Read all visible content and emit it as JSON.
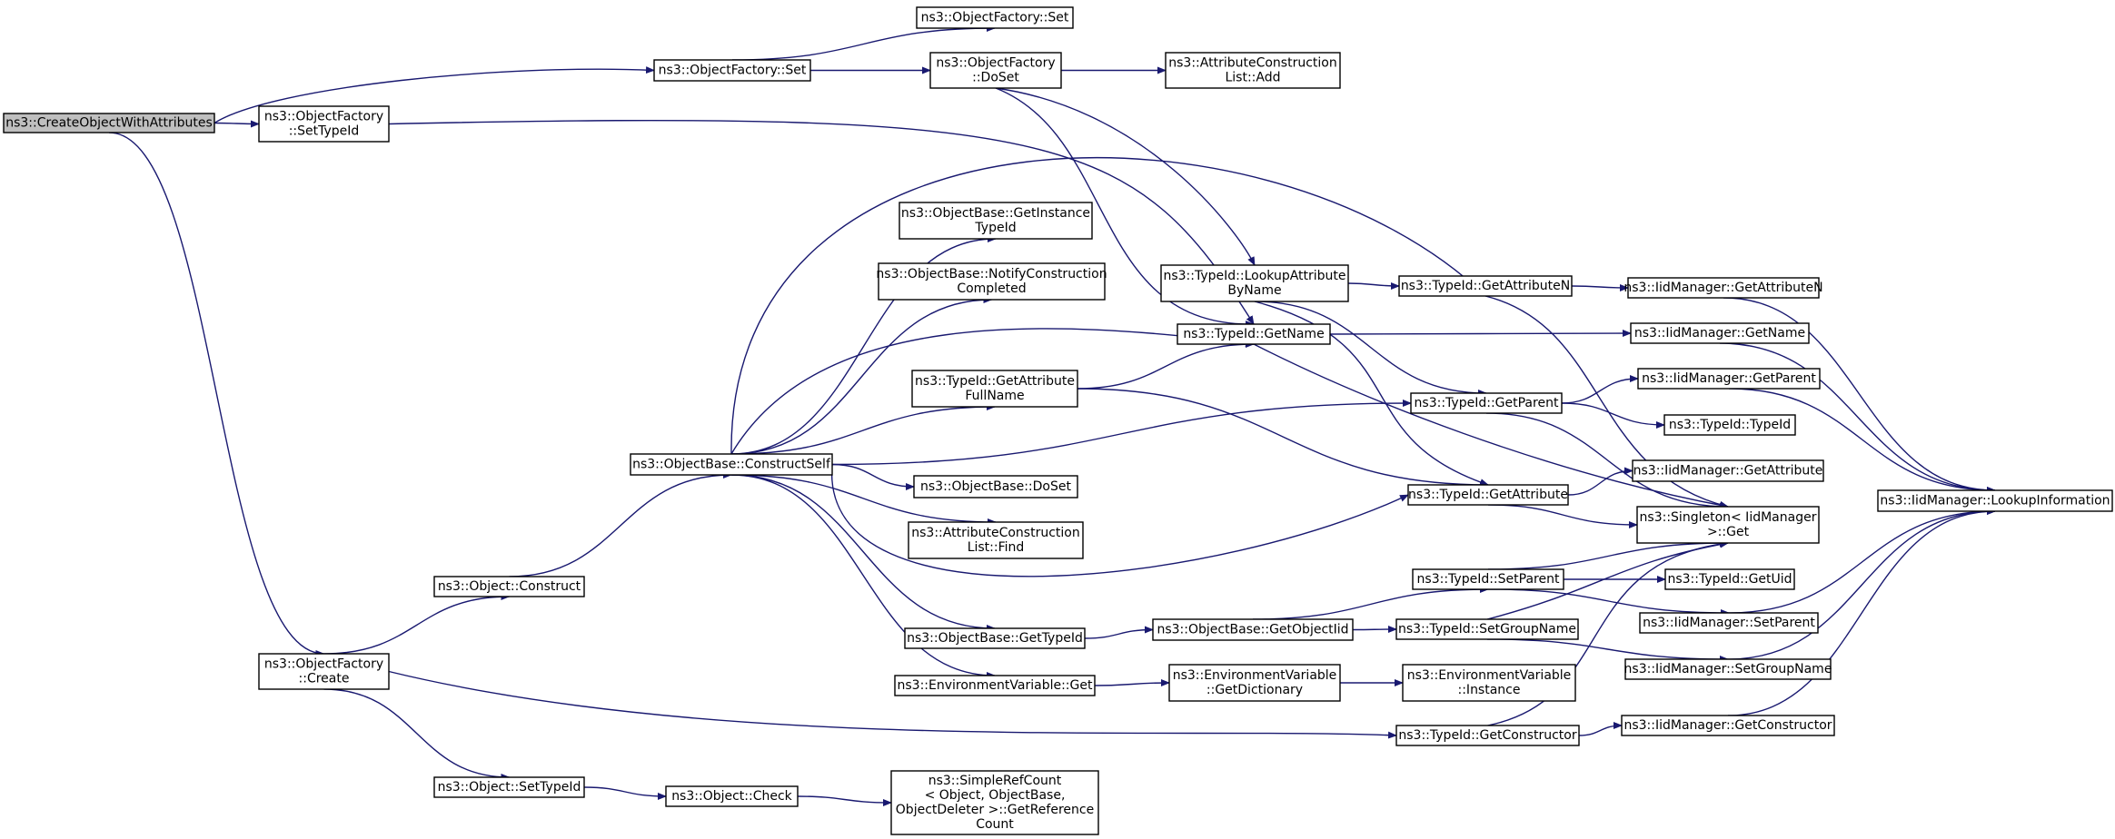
{
  "diagram": {
    "colors": {
      "edge": "#191970",
      "node_fill": "#ffffff",
      "root_fill": "#bfbfbf",
      "border": "#000000"
    },
    "nodes": [
      {
        "id": "createObj",
        "label": [
          "ns3::CreateObjectWithAttributes"
        ],
        "root": true
      },
      {
        "id": "ofSetTypeId",
        "label": [
          "ns3::ObjectFactory",
          "::SetTypeId"
        ]
      },
      {
        "id": "ofSetMid",
        "label": [
          "ns3::ObjectFactory::Set"
        ]
      },
      {
        "id": "ofSetTop",
        "label": [
          "ns3::ObjectFactory::Set"
        ]
      },
      {
        "id": "ofDoSet",
        "label": [
          "ns3::ObjectFactory",
          "::DoSet"
        ]
      },
      {
        "id": "aclAdd",
        "label": [
          "ns3::AttributeConstruction",
          "List::Add"
        ]
      },
      {
        "id": "ofCreate",
        "label": [
          "ns3::ObjectFactory",
          "::Create"
        ]
      },
      {
        "id": "objConstruct",
        "label": [
          "ns3::Object::Construct"
        ]
      },
      {
        "id": "objSetTypeId",
        "label": [
          "ns3::Object::SetTypeId"
        ]
      },
      {
        "id": "objCheck",
        "label": [
          "ns3::Object::Check"
        ]
      },
      {
        "id": "simpleRef",
        "label": [
          "ns3::SimpleRefCount",
          "< Object, ObjectBase,",
          "ObjectDeleter >::GetReference",
          "Count"
        ]
      },
      {
        "id": "obConstructSelf",
        "label": [
          "ns3::ObjectBase::ConstructSelf"
        ]
      },
      {
        "id": "obGetInstance",
        "label": [
          "ns3::ObjectBase::GetInstance",
          "TypeId"
        ]
      },
      {
        "id": "obNotify",
        "label": [
          "ns3::ObjectBase::NotifyConstruction",
          "Completed"
        ]
      },
      {
        "id": "tidGetAttrFull",
        "label": [
          "ns3::TypeId::GetAttribute",
          "FullName"
        ]
      },
      {
        "id": "obDoSet",
        "label": [
          "ns3::ObjectBase::DoSet"
        ]
      },
      {
        "id": "aclFind",
        "label": [
          "ns3::AttributeConstruction",
          "List::Find"
        ]
      },
      {
        "id": "obGetTypeId",
        "label": [
          "ns3::ObjectBase::GetTypeId"
        ]
      },
      {
        "id": "envGet",
        "label": [
          "ns3::EnvironmentVariable::Get"
        ]
      },
      {
        "id": "tidLookup",
        "label": [
          "ns3::TypeId::LookupAttribute",
          "ByName"
        ]
      },
      {
        "id": "tidGetName",
        "label": [
          "ns3::TypeId::GetName"
        ]
      },
      {
        "id": "obGetObjectIid",
        "label": [
          "ns3::ObjectBase::GetObjectIid"
        ]
      },
      {
        "id": "envGetDict",
        "label": [
          "ns3::EnvironmentVariable",
          "::GetDictionary"
        ]
      },
      {
        "id": "tidGetAttrN",
        "label": [
          "ns3::TypeId::GetAttributeN"
        ]
      },
      {
        "id": "tidGetParent",
        "label": [
          "ns3::TypeId::GetParent"
        ]
      },
      {
        "id": "tidGetAttr",
        "label": [
          "ns3::TypeId::GetAttribute"
        ]
      },
      {
        "id": "tidSetParent",
        "label": [
          "ns3::TypeId::SetParent"
        ]
      },
      {
        "id": "tidSetGroup",
        "label": [
          "ns3::TypeId::SetGroupName"
        ]
      },
      {
        "id": "envInstance",
        "label": [
          "ns3::EnvironmentVariable",
          "::Instance"
        ]
      },
      {
        "id": "tidGetCtor",
        "label": [
          "ns3::TypeId::GetConstructor"
        ]
      },
      {
        "id": "iidGetAttrN",
        "label": [
          "ns3::IidManager::GetAttributeN"
        ]
      },
      {
        "id": "iidGetName",
        "label": [
          "ns3::IidManager::GetName"
        ]
      },
      {
        "id": "iidGetParent",
        "label": [
          "ns3::IidManager::GetParent"
        ]
      },
      {
        "id": "tidTypeId",
        "label": [
          "ns3::TypeId::TypeId"
        ]
      },
      {
        "id": "iidGetAttr",
        "label": [
          "ns3::IidManager::GetAttribute"
        ]
      },
      {
        "id": "singletonGet",
        "label": [
          "ns3::Singleton< IidManager",
          ">::Get"
        ]
      },
      {
        "id": "tidGetUid",
        "label": [
          "ns3::TypeId::GetUid"
        ]
      },
      {
        "id": "iidSetParent",
        "label": [
          "ns3::IidManager::SetParent"
        ]
      },
      {
        "id": "iidSetGroup",
        "label": [
          "ns3::IidManager::SetGroupName"
        ]
      },
      {
        "id": "iidGetCtor",
        "label": [
          "ns3::IidManager::GetConstructor"
        ]
      },
      {
        "id": "iidLookup",
        "label": [
          "ns3::IidManager::LookupInformation"
        ]
      }
    ],
    "edges": [
      {
        "from": "createObj",
        "to": "ofSetMid"
      },
      {
        "from": "createObj",
        "to": "ofSetTypeId"
      },
      {
        "from": "createObj",
        "to": "ofCreate"
      },
      {
        "from": "ofSetMid",
        "to": "ofSetTop"
      },
      {
        "from": "ofSetMid",
        "to": "ofDoSet"
      },
      {
        "from": "ofDoSet",
        "to": "aclAdd"
      },
      {
        "from": "ofDoSet",
        "to": "tidLookup"
      },
      {
        "from": "ofDoSet",
        "to": "tidGetName"
      },
      {
        "from": "ofSetTypeId",
        "to": "tidGetName"
      },
      {
        "from": "ofCreate",
        "to": "objConstruct"
      },
      {
        "from": "ofCreate",
        "to": "objSetTypeId"
      },
      {
        "from": "ofCreate",
        "to": "tidGetCtor"
      },
      {
        "from": "objConstruct",
        "to": "obConstructSelf"
      },
      {
        "from": "objSetTypeId",
        "to": "objCheck"
      },
      {
        "from": "objCheck",
        "to": "simpleRef"
      },
      {
        "from": "obConstructSelf",
        "to": "obGetInstance"
      },
      {
        "from": "obConstructSelf",
        "to": "obNotify"
      },
      {
        "from": "obConstructSelf",
        "to": "tidGetAttrN"
      },
      {
        "from": "obConstructSelf",
        "to": "tidGetName"
      },
      {
        "from": "obConstructSelf",
        "to": "tidGetAttrFull"
      },
      {
        "from": "obConstructSelf",
        "to": "tidGetParent"
      },
      {
        "from": "obConstructSelf",
        "to": "obDoSet"
      },
      {
        "from": "obConstructSelf",
        "to": "aclFind"
      },
      {
        "from": "obConstructSelf",
        "to": "tidGetAttr"
      },
      {
        "from": "obConstructSelf",
        "to": "obGetTypeId"
      },
      {
        "from": "obConstructSelf",
        "to": "envGet"
      },
      {
        "from": "tidGetAttrFull",
        "to": "tidGetName"
      },
      {
        "from": "tidGetAttrFull",
        "to": "tidGetAttr"
      },
      {
        "from": "obGetTypeId",
        "to": "obGetObjectIid"
      },
      {
        "from": "envGet",
        "to": "envGetDict"
      },
      {
        "from": "envGetDict",
        "to": "envInstance"
      },
      {
        "from": "tidLookup",
        "to": "tidGetAttrN"
      },
      {
        "from": "tidLookup",
        "to": "tidGetParent"
      },
      {
        "from": "tidLookup",
        "to": "tidGetAttr"
      },
      {
        "from": "tidGetName",
        "to": "iidGetName"
      },
      {
        "from": "tidGetName",
        "to": "singletonGet"
      },
      {
        "from": "obGetObjectIid",
        "to": "tidSetParent"
      },
      {
        "from": "obGetObjectIid",
        "to": "tidSetGroup"
      },
      {
        "from": "tidGetAttrN",
        "to": "iidGetAttrN"
      },
      {
        "from": "tidGetAttrN",
        "to": "singletonGet"
      },
      {
        "from": "tidGetParent",
        "to": "iidGetParent"
      },
      {
        "from": "tidGetParent",
        "to": "tidTypeId"
      },
      {
        "from": "tidGetParent",
        "to": "singletonGet"
      },
      {
        "from": "tidGetAttr",
        "to": "iidGetAttr"
      },
      {
        "from": "tidGetAttr",
        "to": "singletonGet"
      },
      {
        "from": "tidSetParent",
        "to": "tidGetUid"
      },
      {
        "from": "tidSetParent",
        "to": "iidSetParent"
      },
      {
        "from": "tidSetParent",
        "to": "singletonGet"
      },
      {
        "from": "tidSetGroup",
        "to": "iidSetGroup"
      },
      {
        "from": "tidSetGroup",
        "to": "singletonGet"
      },
      {
        "from": "tidGetCtor",
        "to": "iidGetCtor"
      },
      {
        "from": "tidGetCtor",
        "to": "singletonGet"
      },
      {
        "from": "iidGetAttrN",
        "to": "iidLookup"
      },
      {
        "from": "iidGetName",
        "to": "iidLookup"
      },
      {
        "from": "iidGetParent",
        "to": "iidLookup"
      },
      {
        "from": "iidSetParent",
        "to": "iidLookup"
      },
      {
        "from": "iidSetGroup",
        "to": "iidLookup"
      },
      {
        "from": "iidGetCtor",
        "to": "iidLookup"
      }
    ]
  }
}
